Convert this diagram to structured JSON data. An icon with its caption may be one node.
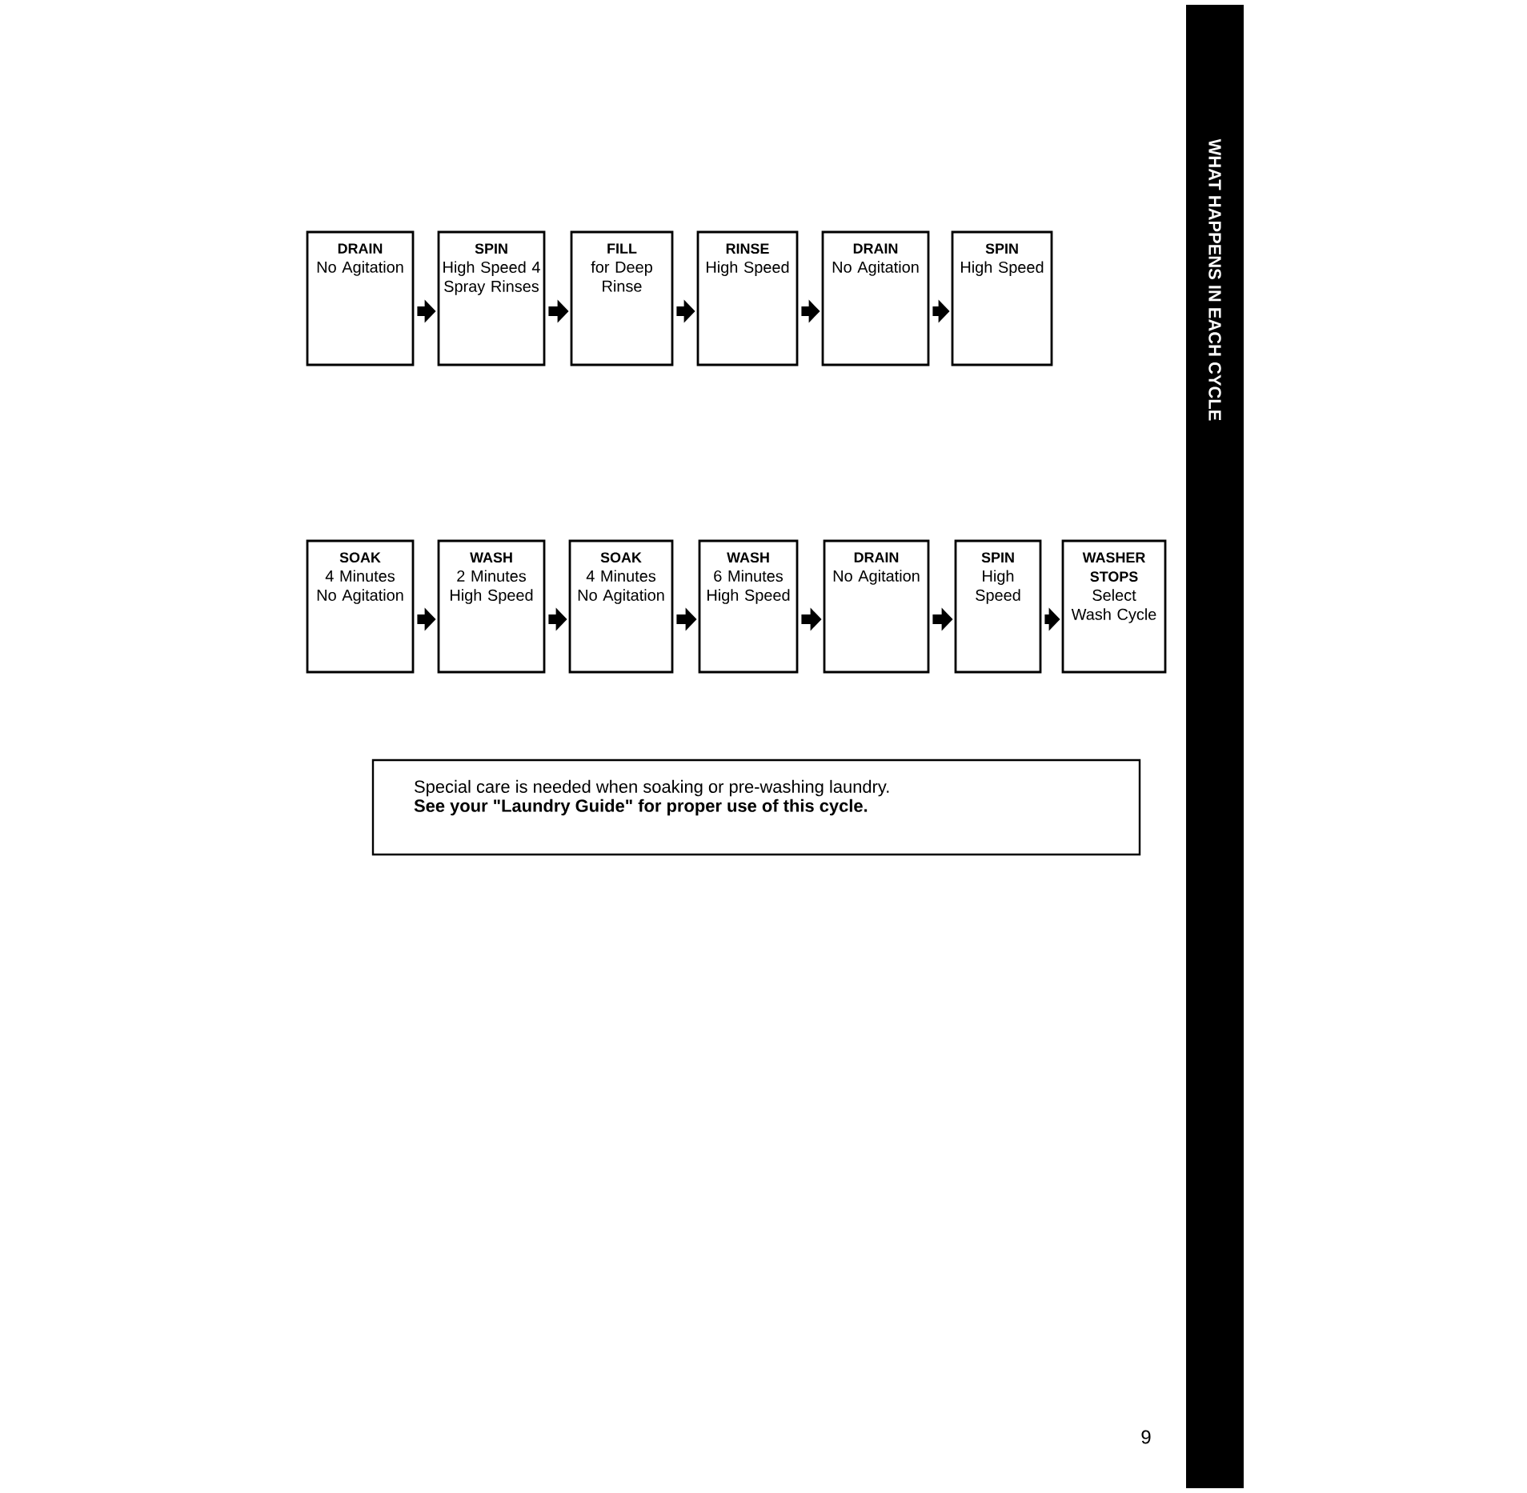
{
  "diagram": {
    "title": "WHAT HAPPENS IN EACH CYCLE",
    "nodes": [
      {
        "text": [
          "DRAIN",
          "No Agitation"
        ]
      },
      {
        "text": [
          "SPIN",
          "High Speed 4 Spray Rinses"
        ]
      },
      {
        "text": [
          "FILL",
          "for Deep Rinse"
        ]
      },
      {
        "text": [
          "RINSE",
          "High Speed"
        ]
      },
      {
        "text": [
          "DRAIN",
          "No Agitation"
        ]
      },
      {
        "text": [
          "SPIN",
          "High Speed"
        ]
      },
      {
        "text": [
          "SOAK",
          "4 Minutes No Agitation"
        ]
      },
      {
        "text": [
          "WASH",
          "2 Minutes High Speed"
        ]
      },
      {
        "text": [
          "SOAK",
          "4 Minutes No Agitation"
        ]
      },
      {
        "text": [
          "WASH",
          "6 Minutes High Speed"
        ]
      },
      {
        "text": [
          "DRAIN",
          "No Agitation"
        ]
      },
      {
        "text": [
          "SPIN",
          "High Speed"
        ]
      },
      {
        "text": [
          "WASHER STOPS",
          "Select Wash Cycle"
        ]
      },
      {
        "text": [
          "Special care is needed when soaking or pre-washing laundry.",
          "See your \"Laundry Guide\" for proper use of this cycle."
        ]
      }
    ],
    "edges": [
      {
        "from": 0,
        "to": 1,
        "arrow": "to"
      },
      {
        "from": 1,
        "to": 2,
        "arrow": "to"
      },
      {
        "from": 2,
        "to": 3,
        "arrow": "to"
      },
      {
        "from": 3,
        "to": 4,
        "arrow": "to"
      },
      {
        "from": 4,
        "to": 5,
        "arrow": "to"
      },
      {
        "from": 6,
        "to": 7,
        "arrow": "to"
      },
      {
        "from": 7,
        "to": 8,
        "arrow": "to"
      },
      {
        "from": 8,
        "to": 9,
        "arrow": "to"
      },
      {
        "from": 9,
        "to": 10,
        "arrow": "to"
      },
      {
        "from": 10,
        "to": 11,
        "arrow": "to"
      },
      {
        "from": 11,
        "to": 12,
        "arrow": "to"
      }
    ],
    "labels": [
      "9"
    ]
  }
}
